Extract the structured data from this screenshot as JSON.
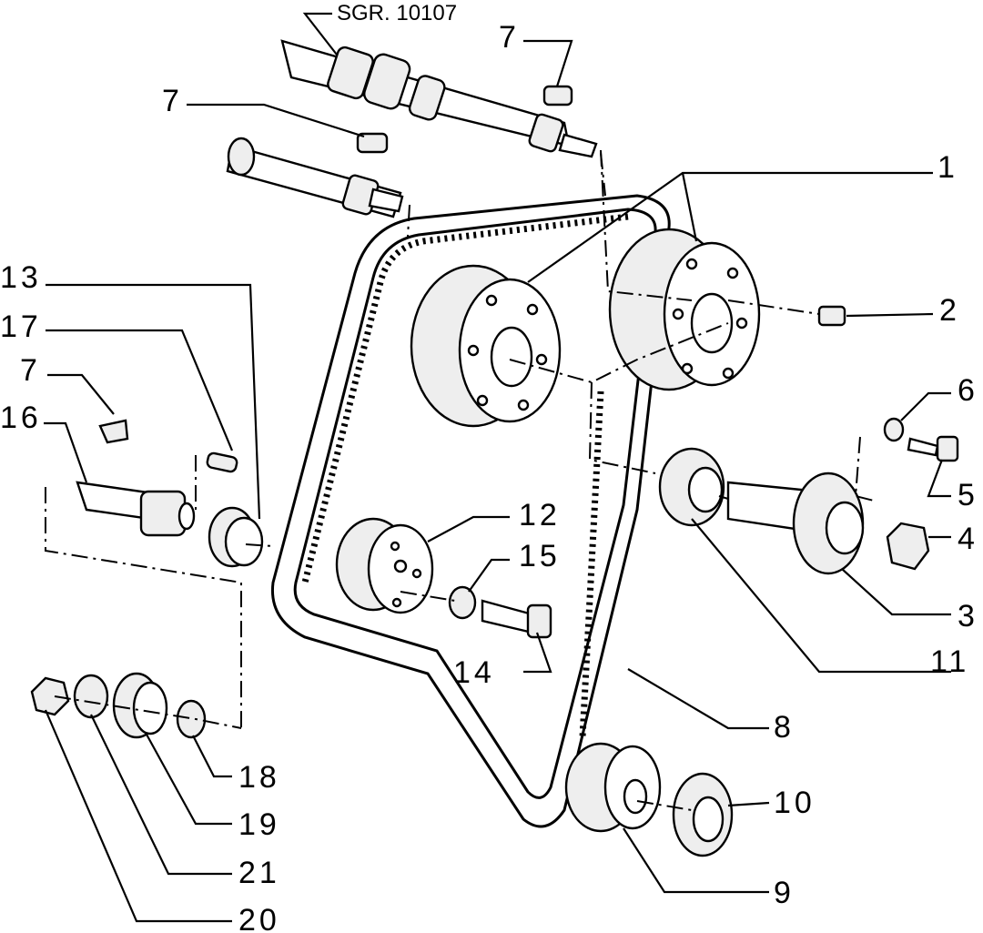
{
  "reference": "SGR. 10107",
  "labels": {
    "l1": "1",
    "l2": "2",
    "l3": "3",
    "l4": "4",
    "l5": "5",
    "l6": "6",
    "l7a": "7",
    "l7b": "7",
    "l7c": "7",
    "l8": "8",
    "l9": "9",
    "l10": "10",
    "l11": "11",
    "l12": "12",
    "l13": "13",
    "l14": "14",
    "l15": "15",
    "l16": "16",
    "l17": "17",
    "l18": "18",
    "l19": "19",
    "l20": "20",
    "l21": "21"
  }
}
